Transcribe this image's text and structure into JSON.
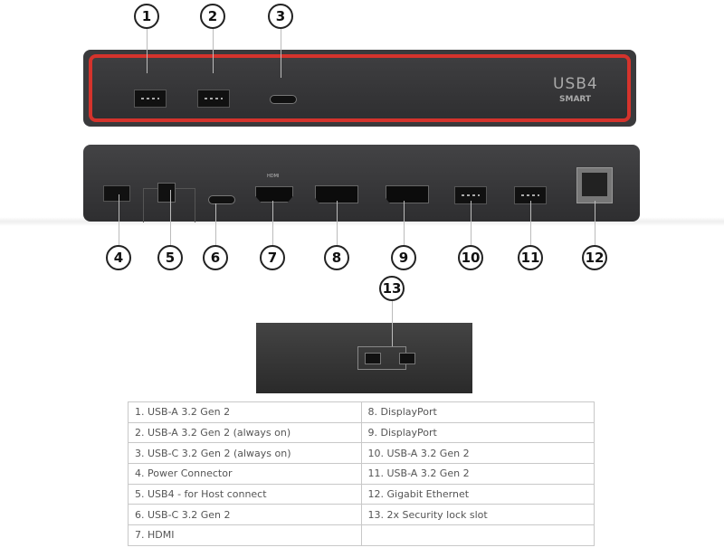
{
  "device_labels": {
    "brand_mark": "USB4",
    "brand_sub": "SMART",
    "hdmi_label": "HDMI"
  },
  "callouts": [
    "1",
    "2",
    "3",
    "4",
    "5",
    "6",
    "7",
    "8",
    "9",
    "10",
    "11",
    "12",
    "13"
  ],
  "colors": {
    "accent_red": "#d5332c",
    "body": "#3a3a3c"
  },
  "legend": {
    "left": [
      "1.  USB-A 3.2 Gen 2",
      "2.  USB-A 3.2 Gen 2 (always on)",
      "3.  USB-C 3.2 Gen 2 (always on)",
      "4.  Power Connector",
      "5.  USB4 - for Host connect",
      "6.  USB-C 3.2 Gen 2",
      "7.  HDMI"
    ],
    "right": [
      "8.  DisplayPort",
      "9.  DisplayPort",
      "10. USB-A 3.2 Gen 2",
      "11.  USB-A 3.2 Gen 2",
      "12. Gigabit Ethernet",
      "13. 2x Security lock slot",
      ""
    ]
  }
}
